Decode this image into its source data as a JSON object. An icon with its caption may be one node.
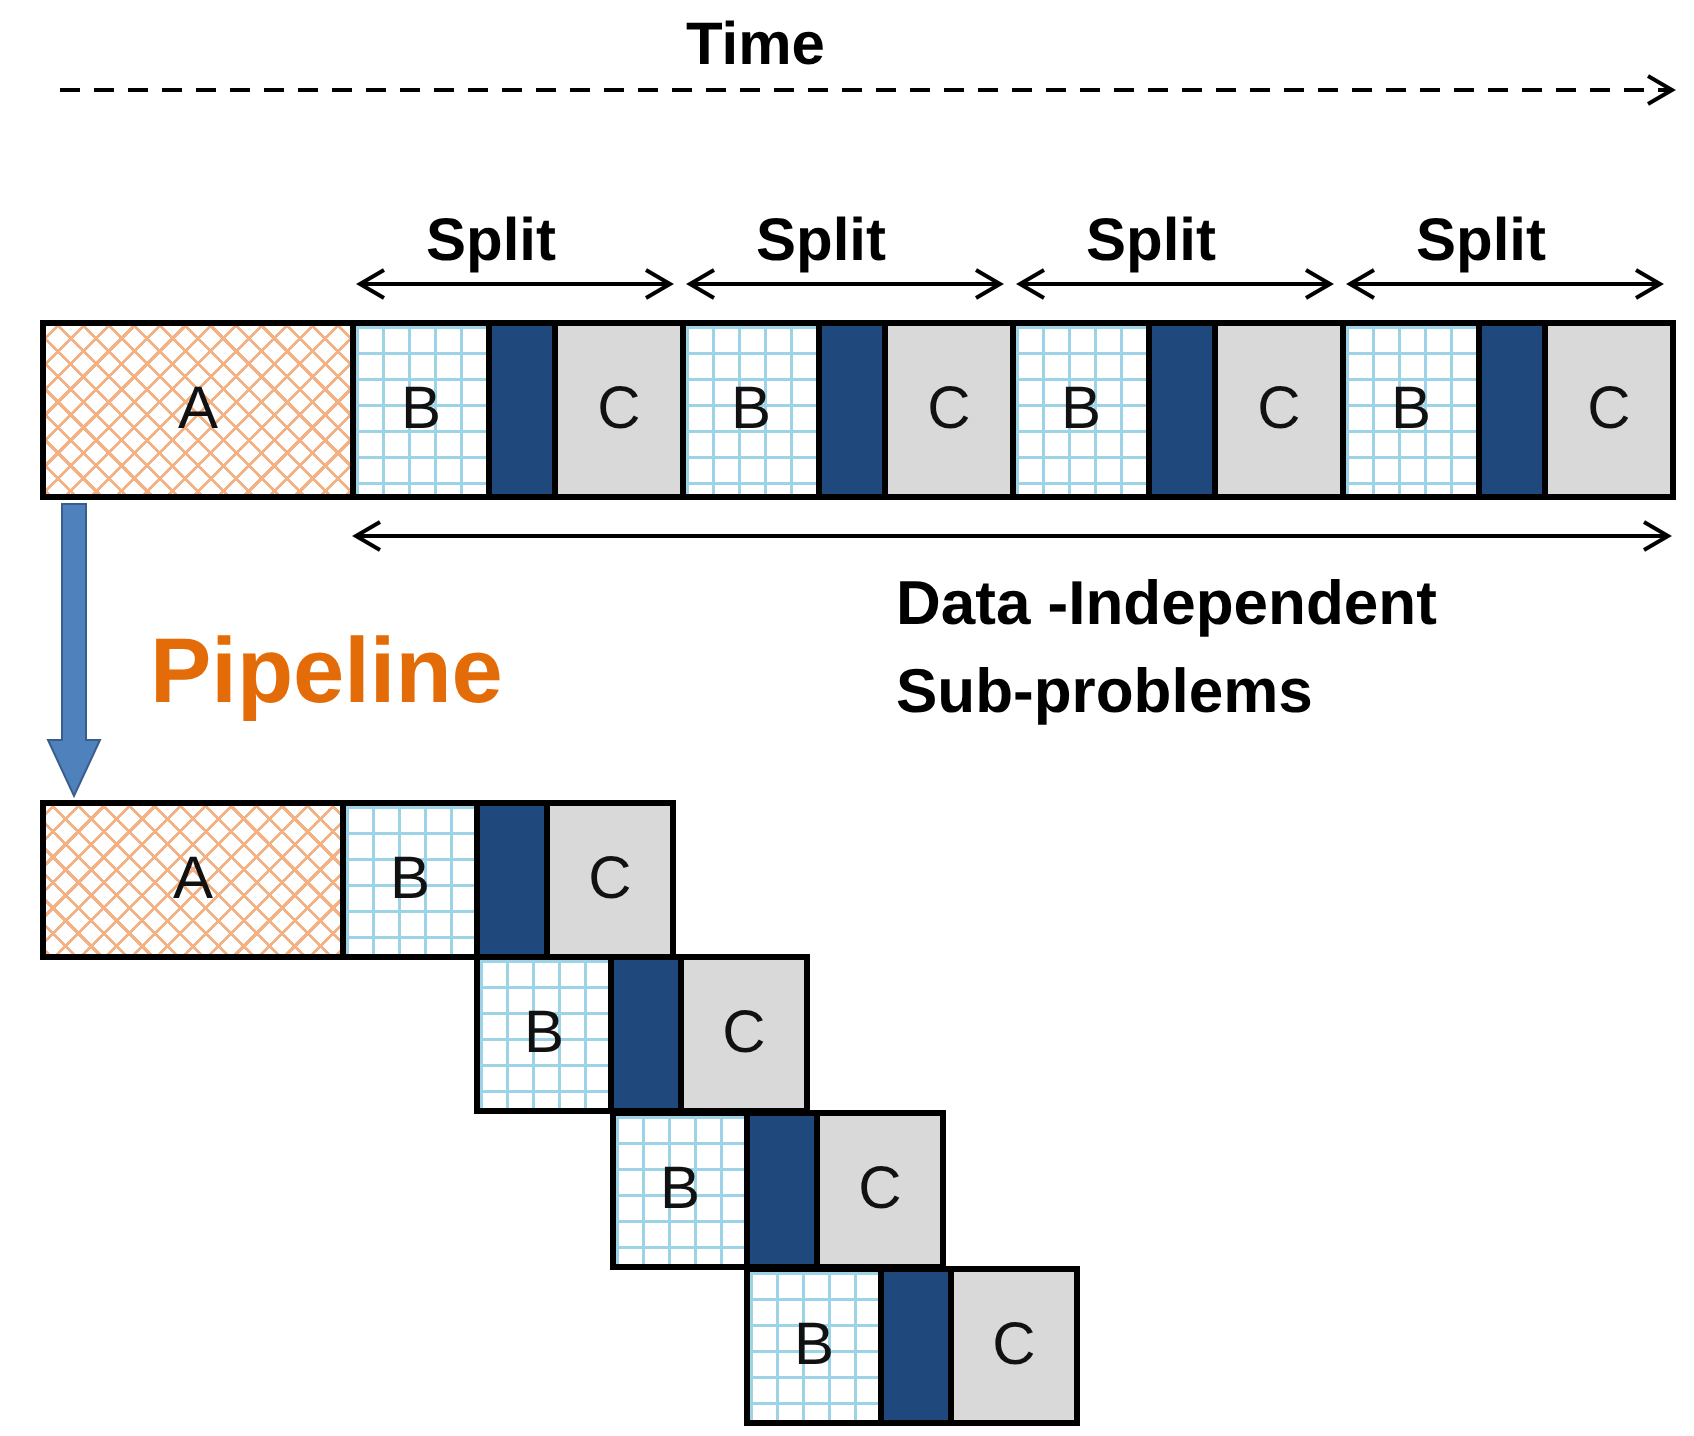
{
  "diagram": {
    "nodes": [
      {
        "text": [
          "A"
        ]
      },
      {
        "text": [
          "B"
        ]
      },
      {
        "text": [],
        "shape": "bar"
      },
      {
        "text": [
          "C"
        ]
      },
      {
        "text": [
          "B"
        ]
      },
      {
        "text": [],
        "shape": "bar"
      },
      {
        "text": [
          "C"
        ]
      },
      {
        "text": [
          "B"
        ]
      },
      {
        "text": [],
        "shape": "bar"
      },
      {
        "text": [
          "C"
        ]
      },
      {
        "text": [
          "B"
        ]
      },
      {
        "text": [],
        "shape": "bar"
      },
      {
        "text": [
          "C"
        ]
      },
      {
        "text": [
          "A"
        ]
      },
      {
        "text": [
          "B"
        ]
      },
      {
        "text": [],
        "shape": "bar"
      },
      {
        "text": [
          "C"
        ]
      },
      {
        "text": [
          "B"
        ]
      },
      {
        "text": [],
        "shape": "bar"
      },
      {
        "text": [
          "C"
        ]
      },
      {
        "text": [
          "B"
        ]
      },
      {
        "text": [],
        "shape": "bar"
      },
      {
        "text": [
          "C"
        ]
      },
      {
        "text": [
          "B"
        ]
      },
      {
        "text": [],
        "shape": "bar"
      },
      {
        "text": [
          "C"
        ]
      }
    ],
    "edges": [
      {
        "from": 0,
        "to": 13,
        "arrow": "to"
      }
    ],
    "labels": [
      "Time",
      "Split",
      "Split",
      "Split",
      "Split",
      "Data -Independent Sub-problems",
      "Pipeline"
    ]
  }
}
